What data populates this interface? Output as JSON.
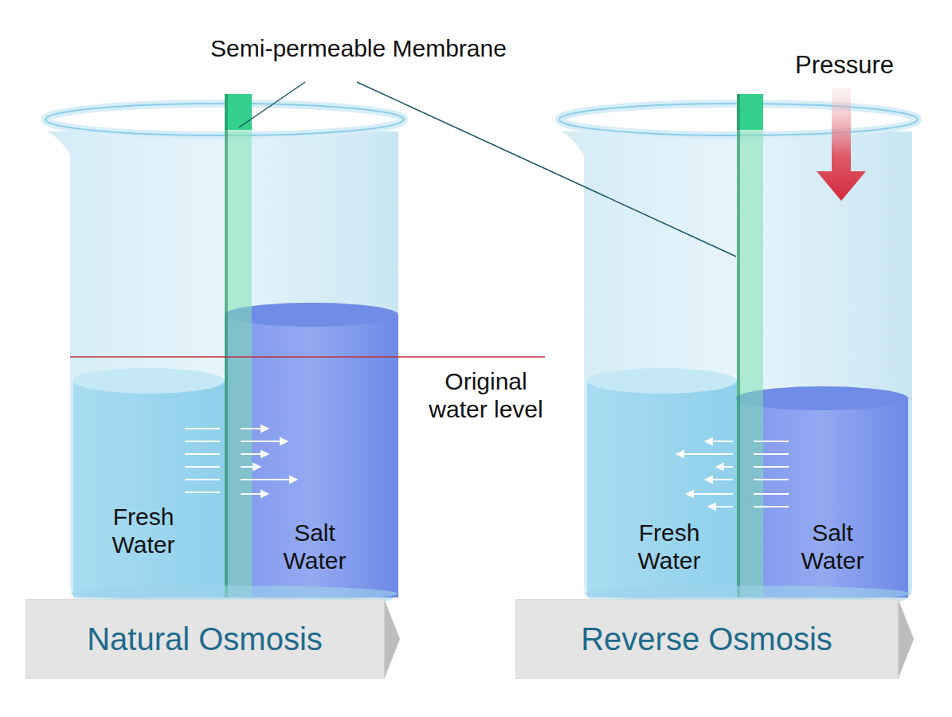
{
  "diagram": {
    "nodes": [
      {
        "text": [
          "Natural Osmosis"
        ]
      },
      {
        "text": [
          "Reverse Osmosis"
        ]
      }
    ],
    "labels": [
      "Semi-permeable Membrane",
      "Pressure",
      "Fresh Water",
      "Salt Water",
      "Original water level",
      "Fresh Water",
      "Salt Water"
    ]
  }
}
